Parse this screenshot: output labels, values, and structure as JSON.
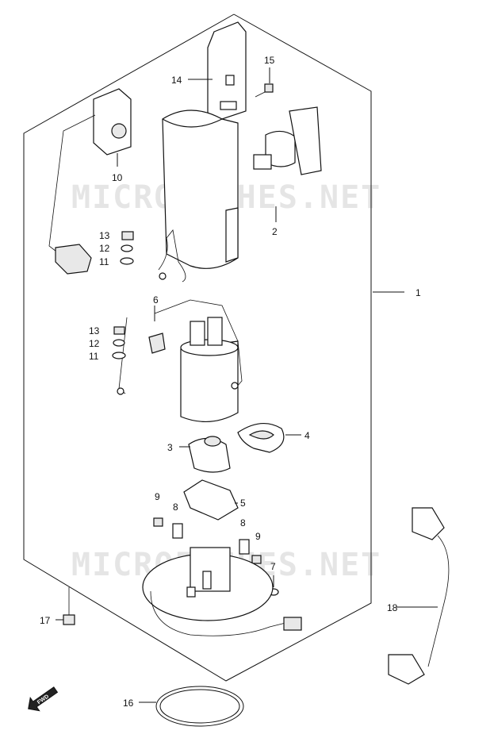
{
  "watermark": "MICROFICHES.NET",
  "fwd_label": "FWD",
  "callouts": [
    {
      "id": "1",
      "text": "1"
    },
    {
      "id": "2",
      "text": "2"
    },
    {
      "id": "3",
      "text": "3"
    },
    {
      "id": "4",
      "text": "4"
    },
    {
      "id": "5",
      "text": "5"
    },
    {
      "id": "6",
      "text": "6"
    },
    {
      "id": "7",
      "text": "7"
    },
    {
      "id": "8a",
      "text": "8"
    },
    {
      "id": "8b",
      "text": "8"
    },
    {
      "id": "9a",
      "text": "9"
    },
    {
      "id": "9b",
      "text": "9"
    },
    {
      "id": "10",
      "text": "10"
    },
    {
      "id": "11a",
      "text": "11"
    },
    {
      "id": "11b",
      "text": "11"
    },
    {
      "id": "12a",
      "text": "12"
    },
    {
      "id": "12b",
      "text": "12"
    },
    {
      "id": "13a",
      "text": "13"
    },
    {
      "id": "13b",
      "text": "13"
    },
    {
      "id": "14",
      "text": "14"
    },
    {
      "id": "15",
      "text": "15"
    },
    {
      "id": "16",
      "text": "16"
    },
    {
      "id": "17",
      "text": "17"
    },
    {
      "id": "18",
      "text": "18"
    }
  ]
}
